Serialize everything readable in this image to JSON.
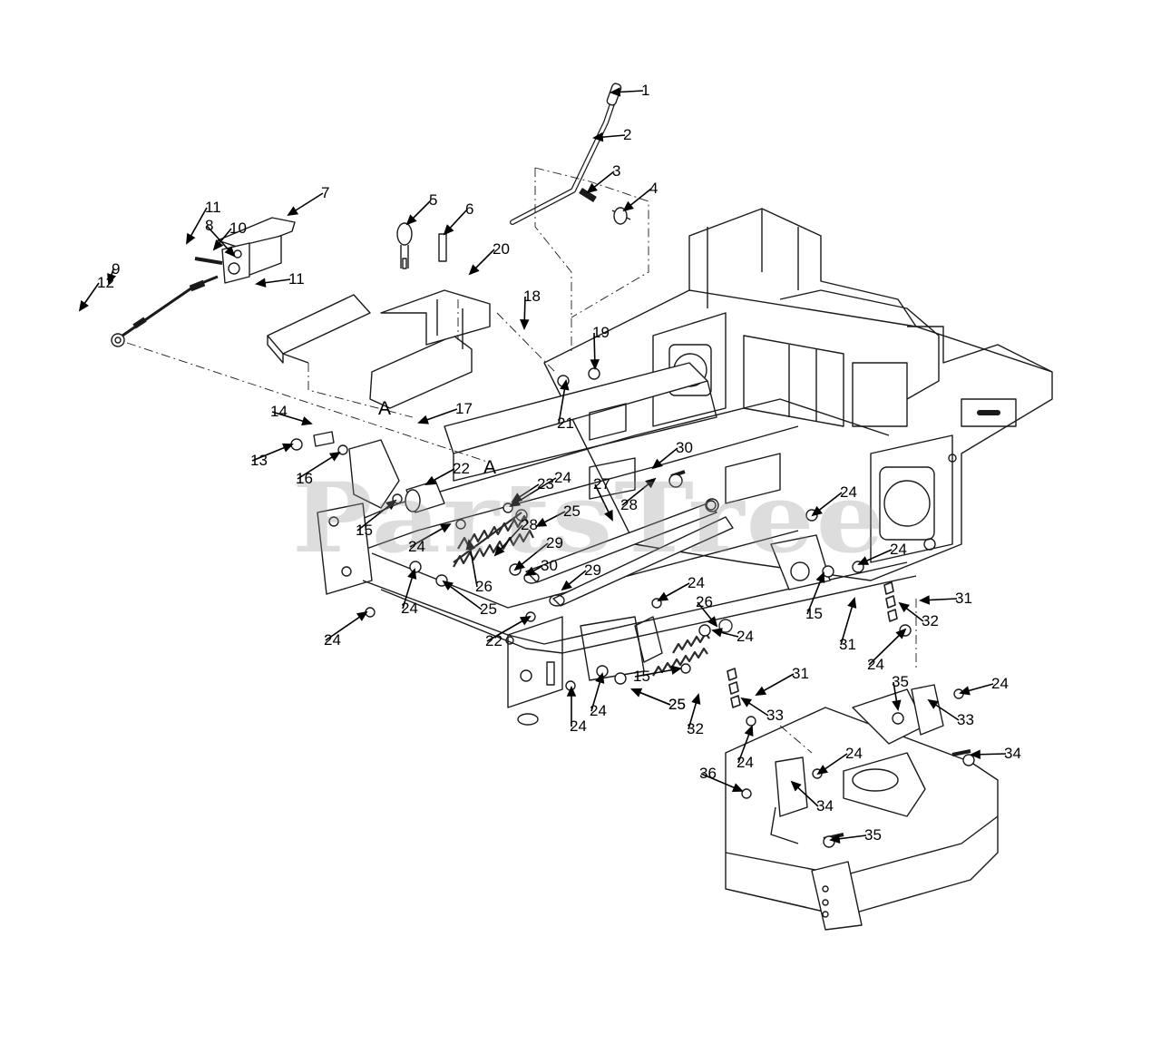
{
  "watermark": "PartsTree",
  "section_letters": [
    "A",
    "A"
  ],
  "callouts": [
    "1",
    "2",
    "3",
    "4",
    "5",
    "6",
    "7",
    "8",
    "9",
    "10",
    "11",
    "11",
    "12",
    "13",
    "14",
    "15",
    "15",
    "15",
    "16",
    "17",
    "18",
    "19",
    "20",
    "21",
    "22",
    "22",
    "23",
    "24",
    "24",
    "24",
    "24",
    "24",
    "24",
    "24",
    "24",
    "24",
    "24",
    "24",
    "24",
    "24",
    "24",
    "25",
    "25",
    "25",
    "25",
    "26",
    "26",
    "27",
    "28",
    "28",
    "29",
    "29",
    "30",
    "30",
    "31",
    "31",
    "31",
    "32",
    "32",
    "33",
    "33",
    "34",
    "34",
    "35",
    "35",
    "36"
  ],
  "colors": {
    "line": "#1a1a1a",
    "frame_fill": "#ffffff",
    "spring": "#2b2b2b",
    "watermark": "#969696"
  }
}
